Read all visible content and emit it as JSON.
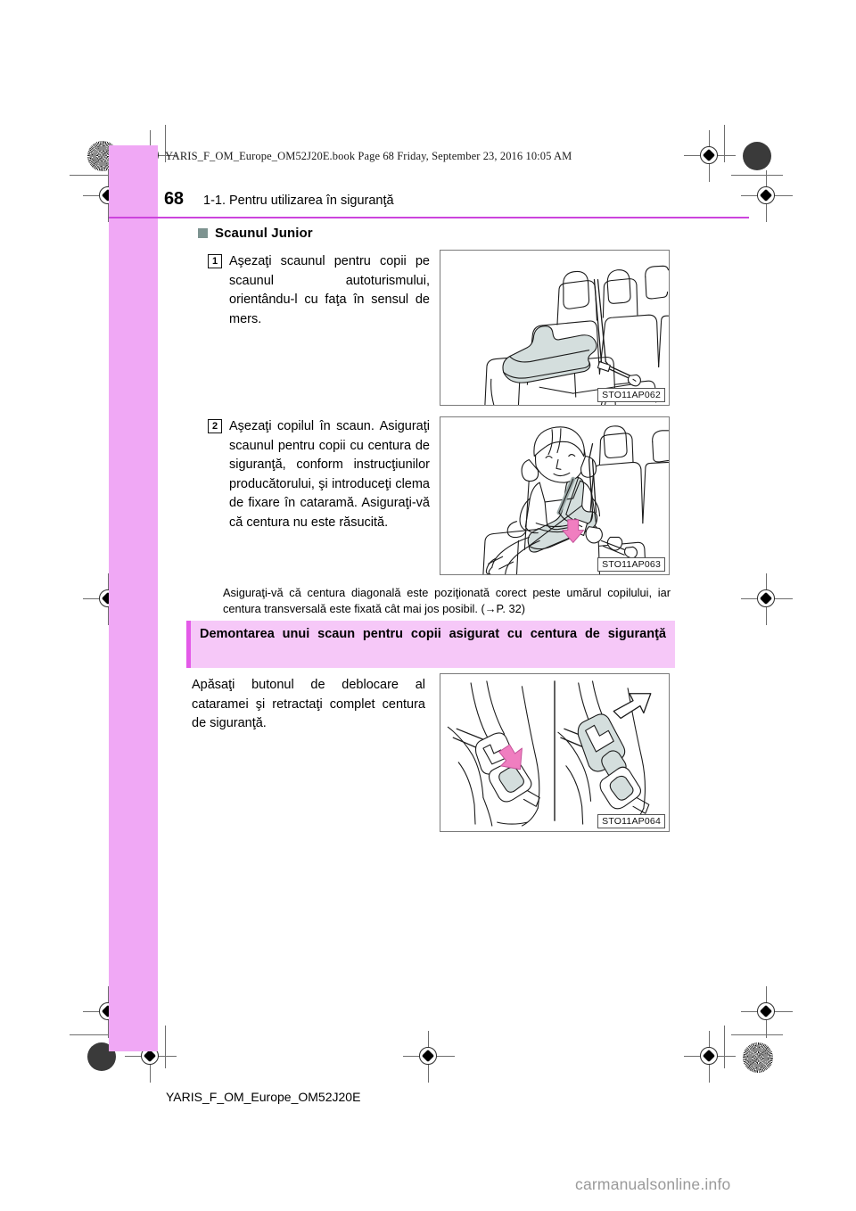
{
  "page": {
    "book_line": "YARIS_F_OM_Europe_OM52J20E.book  Page 68  Friday, September 23, 2016  10:05 AM",
    "page_number": "68",
    "chapter_title": "1-1. Pentru utilizarea în siguranţă",
    "footer_code": "YARIS_F_OM_Europe_OM52J20E",
    "watermark": "carmanualsonline.info"
  },
  "section": {
    "bullet_heading": "Scaunul Junior"
  },
  "steps": [
    {
      "number": "1",
      "text": "Aşezaţi scaunul pentru copii pe scaunul autoturismului, orientându-l cu faţa în sensul de mers."
    },
    {
      "number": "2",
      "text": "Aşezaţi copilul în scaun. Asiguraţi scaunul pentru copii cu centura de siguranţă, conform instrucţiunilor producătorului, şi introduceţi clema de fixare în cataramă. Asiguraţi-vă că centura nu este răsucită."
    }
  ],
  "note_paragraph": "Asiguraţi-vă că centura diagonală este poziţionată corect peste umărul copilului, iar centura transversală este fixată cât mai jos posibil. (→P. 32)",
  "band": {
    "heading": "Demontarea unui scaun pentru copii asigurat cu centura de siguranţă"
  },
  "removal_paragraph": "Apăsaţi butonul de deblocare al cataramei şi retractaţi complet centura de siguranţă.",
  "figures": [
    {
      "code": "STO11AP062",
      "caption_ref": "booster-seat-on-rear-seat"
    },
    {
      "code": "STO11AP063",
      "caption_ref": "child-seated-with-belt"
    },
    {
      "code": "STO11AP064",
      "caption_ref": "buckle-release-and-retract"
    }
  ],
  "colors": {
    "accent_rule": "#cc44dd",
    "band_fill": "#f6c8f8",
    "band_edge": "#e45ae8",
    "edge_band": "#f0a8f5",
    "bullet": "#7d9390",
    "arrow_pink": "#f07ec0",
    "figure_fill": "#d4dedd"
  }
}
